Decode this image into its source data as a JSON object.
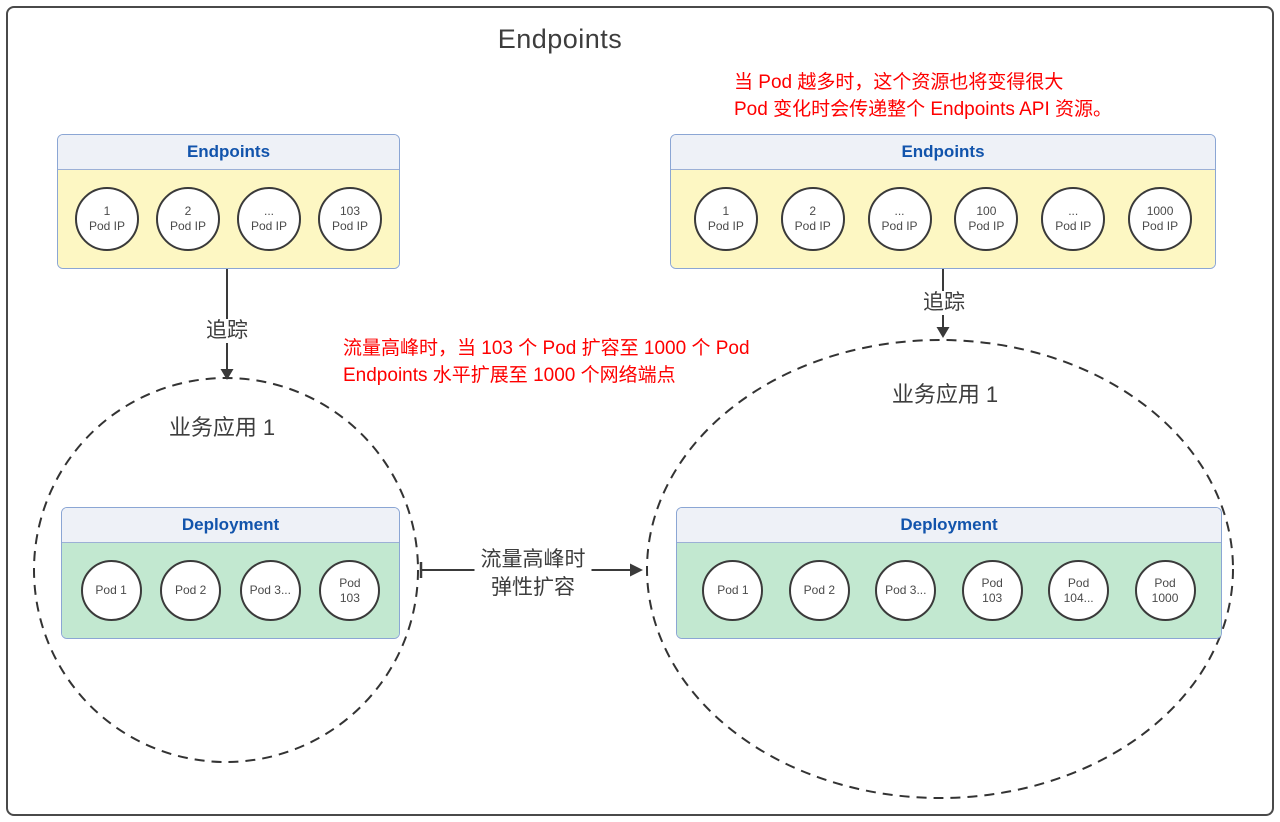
{
  "title": "Endpoints",
  "colors": {
    "annotation_red": "#fe0000",
    "header_text_blue": "#1254ac",
    "box_border_blue": "#8ba6d4",
    "header_bg": "#eef1f7",
    "endpoints_body_yellow": "#fdf7c3",
    "deployment_body_green": "#c2e8d0",
    "line_dark": "#3a3a3a"
  },
  "annotations": {
    "top_right": {
      "line1": "当 Pod 越多时，这个资源也将变得很大",
      "line2": "Pod 变化时会传递整个 Endpoints API 资源。"
    },
    "mid_left": {
      "line1": "流量高峰时，当 103 个 Pod 扩容至 1000 个 Pod",
      "line2": "Endpoints 水平扩展至 1000 个网络端点"
    }
  },
  "left": {
    "endpoints": {
      "title": "Endpoints",
      "pods": [
        {
          "l1": "1",
          "l2": "Pod IP"
        },
        {
          "l1": "2",
          "l2": "Pod IP"
        },
        {
          "l1": "...",
          "l2": "Pod IP"
        },
        {
          "l1": "103",
          "l2": "Pod IP"
        }
      ]
    },
    "trace_label": "追踪",
    "app_label": "业务应用 1",
    "deployment": {
      "title": "Deployment",
      "pods": [
        {
          "l1": "Pod 1"
        },
        {
          "l1": "Pod 2"
        },
        {
          "l1": "Pod 3..."
        },
        {
          "l1": "Pod",
          "l2": "103"
        }
      ]
    }
  },
  "right": {
    "endpoints": {
      "title": "Endpoints",
      "pods": [
        {
          "l1": "1",
          "l2": "Pod IP"
        },
        {
          "l1": "2",
          "l2": "Pod IP"
        },
        {
          "l1": "...",
          "l2": "Pod IP"
        },
        {
          "l1": "100",
          "l2": "Pod IP"
        },
        {
          "l1": "...",
          "l2": "Pod IP"
        },
        {
          "l1": "1000",
          "l2": "Pod IP"
        }
      ]
    },
    "trace_label": "追踪",
    "app_label": "业务应用 1",
    "deployment": {
      "title": "Deployment",
      "pods": [
        {
          "l1": "Pod 1"
        },
        {
          "l1": "Pod 2"
        },
        {
          "l1": "Pod 3..."
        },
        {
          "l1": "Pod",
          "l2": "103"
        },
        {
          "l1": "Pod",
          "l2": "104..."
        },
        {
          "l1": "Pod",
          "l2": "1000"
        }
      ]
    }
  },
  "scale_arrow": {
    "line1": "流量高峰时",
    "line2": "弹性扩容"
  }
}
